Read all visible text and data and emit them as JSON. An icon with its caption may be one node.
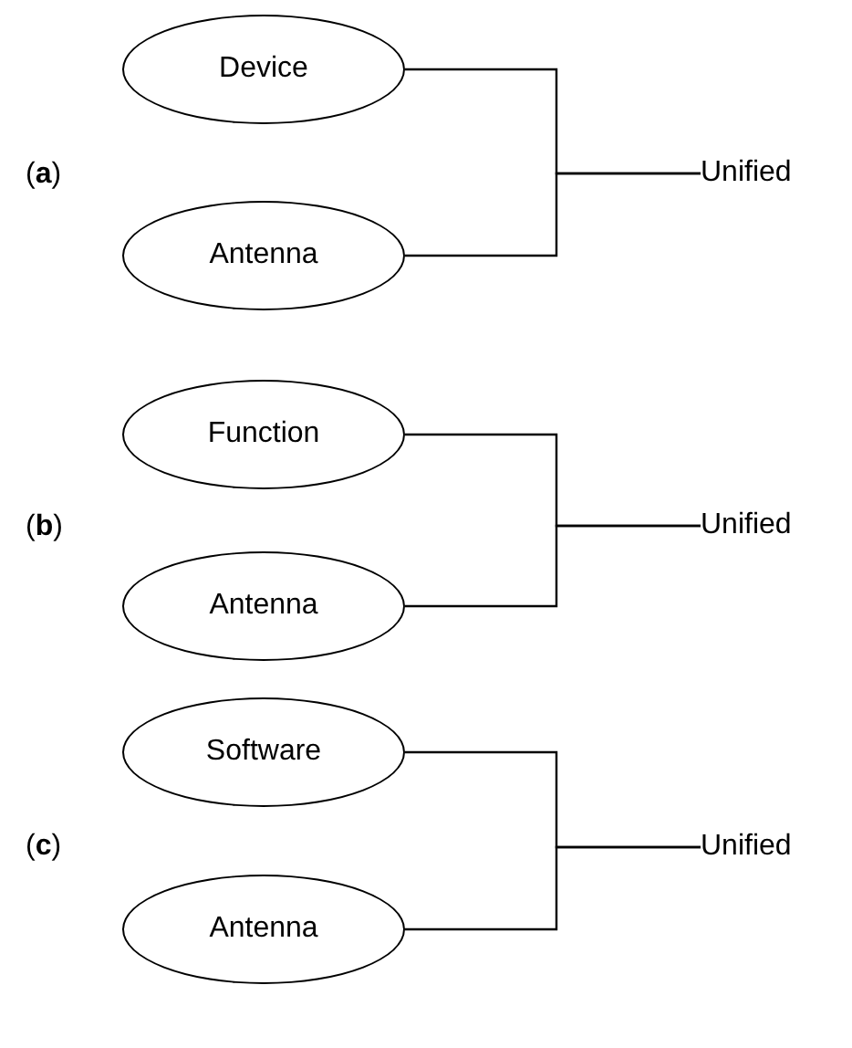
{
  "diagram": {
    "nodes": [
      {
        "text": [
          "Device"
        ]
      },
      {
        "text": [
          "Antenna"
        ]
      },
      {
        "text": [
          "Unified"
        ]
      },
      {
        "text": [
          "Function"
        ]
      },
      {
        "text": [
          "Antenna"
        ]
      },
      {
        "text": [
          "Unified"
        ]
      },
      {
        "text": [
          "Software"
        ]
      },
      {
        "text": [
          "Antenna"
        ]
      },
      {
        "text": [
          "Unified"
        ]
      }
    ],
    "edges": [
      {
        "from": 0,
        "to": 2,
        "arrow": "none"
      },
      {
        "from": 1,
        "to": 2,
        "arrow": "none"
      },
      {
        "from": 3,
        "to": 5,
        "arrow": "none"
      },
      {
        "from": 4,
        "to": 5,
        "arrow": "none"
      },
      {
        "from": 6,
        "to": 8,
        "arrow": "none"
      },
      {
        "from": 7,
        "to": 8,
        "arrow": "none"
      }
    ],
    "labels": [
      "(**a**)",
      "(**b**)",
      "(**c**)"
    ]
  }
}
